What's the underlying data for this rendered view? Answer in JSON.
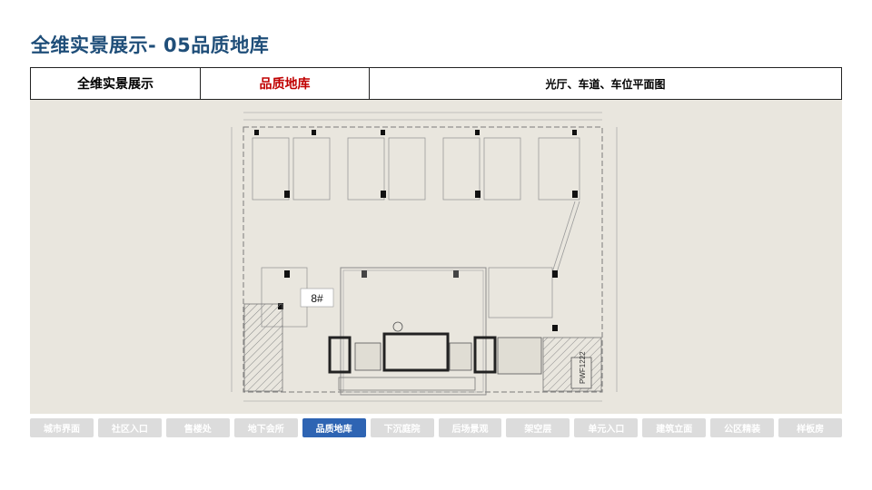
{
  "page": {
    "title": "全维实景展示- 05品质地库"
  },
  "header": {
    "cells": [
      "全维实景展示",
      "品质地库",
      "光厅、车道、车位平面图"
    ]
  },
  "plan": {
    "building_label": "8#",
    "stamp_label": "PWF1222"
  },
  "nav": {
    "items": [
      "城市界面",
      "社区入口",
      "售楼处",
      "地下会所",
      "品质地库",
      "下沉庭院",
      "后场景观",
      "架空层",
      "单元入口",
      "建筑立面",
      "公区精装",
      "样板房"
    ],
    "active_index": 4
  },
  "colors": {
    "title": "#1f4e79",
    "highlight": "#c00000",
    "nav_active": "#2e64b3",
    "nav_inactive": "#dcdcdc"
  }
}
